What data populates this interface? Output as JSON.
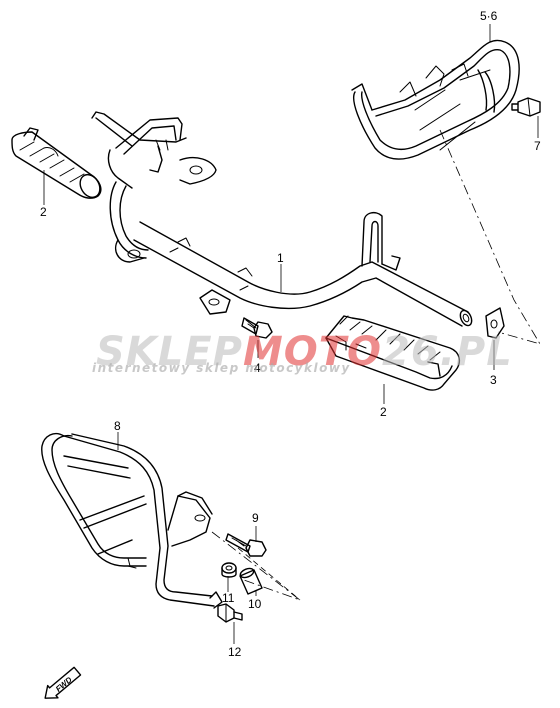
{
  "watermark": {
    "brand_part1": "SKLEP",
    "brand_part2": "MOTO",
    "brand_part3": "26.PL",
    "tagline": "internetowy sklep motocyklowy",
    "colors": {
      "gray": "#b9b9b9",
      "red": "#e03030"
    }
  },
  "callouts": {
    "c1": "1",
    "c2a": "2",
    "c2b": "2",
    "c3": "3",
    "c4": "4",
    "c56": "5·6",
    "c7": "7",
    "c8": "8",
    "c9": "9",
    "c10": "10",
    "c11": "11",
    "c12": "12"
  },
  "fwd_badge": "FWD"
}
